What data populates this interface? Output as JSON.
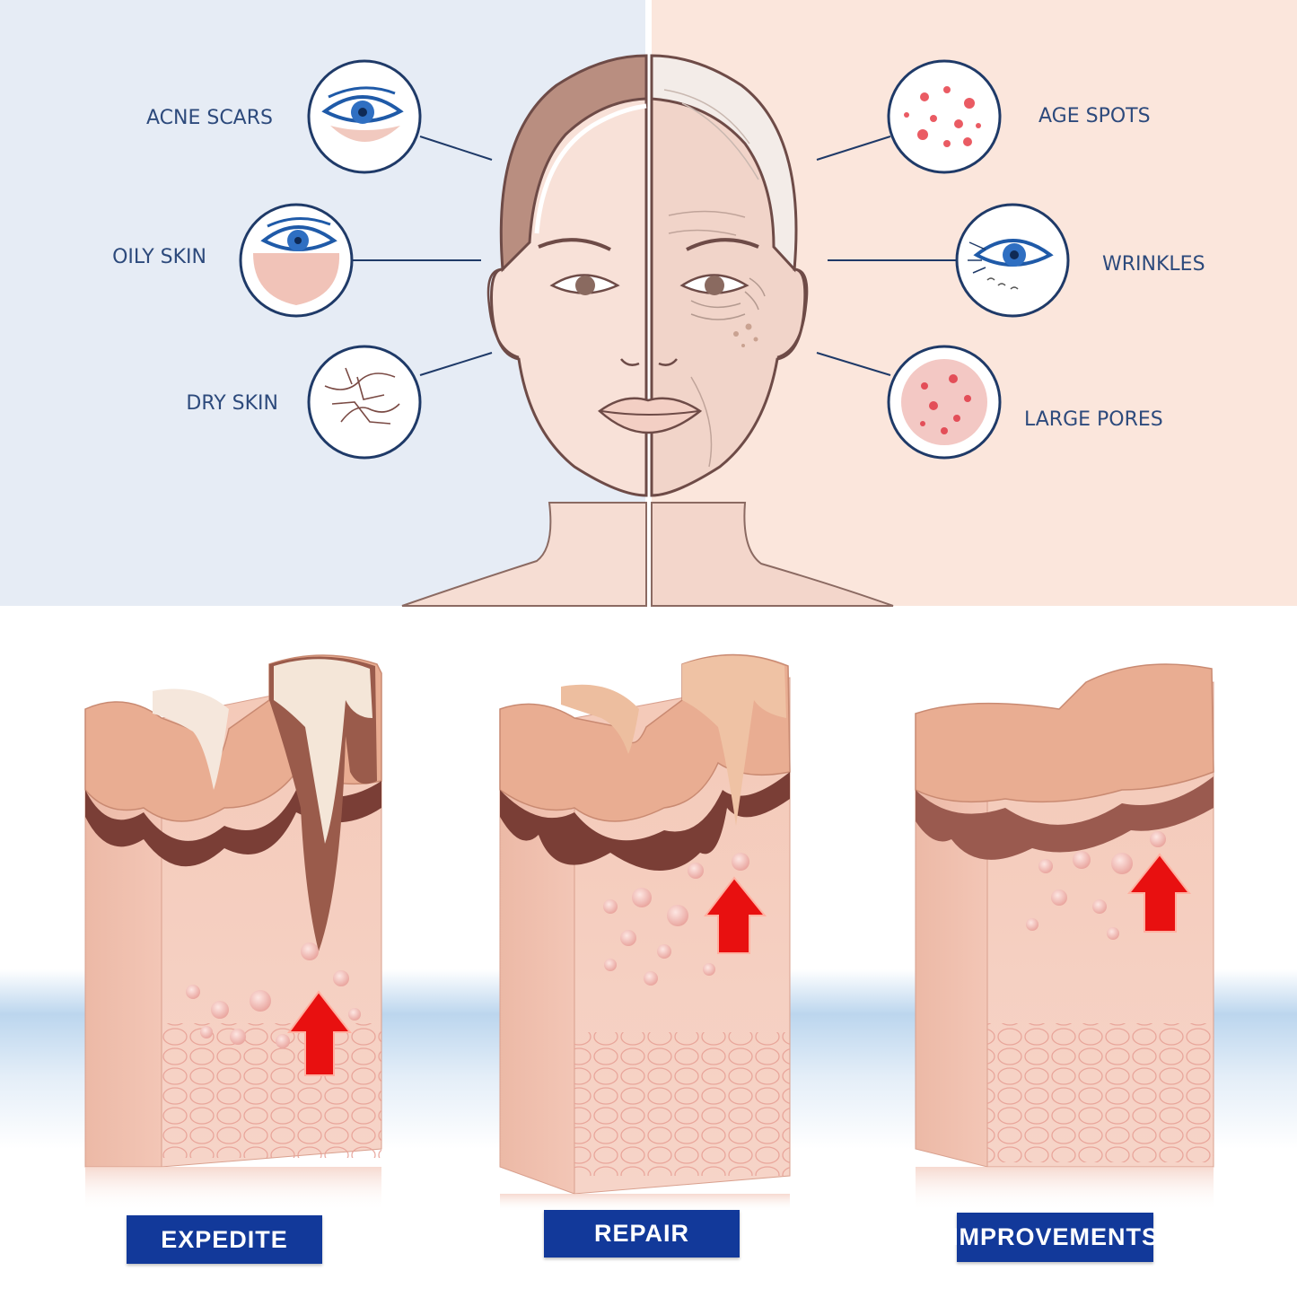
{
  "face_diagram": {
    "left_labels": [
      {
        "text": "ACNE SCARS",
        "icon": "eye-dark-circle-icon"
      },
      {
        "text": "OILY SKIN",
        "icon": "eye-oily-patch-icon"
      },
      {
        "text": "DRY SKIN",
        "icon": "dry-crack-icon"
      }
    ],
    "right_labels": [
      {
        "text": "AGE SPOTS",
        "icon": "age-spots-icon"
      },
      {
        "text": "WRINKLES",
        "icon": "eye-wrinkles-icon"
      },
      {
        "text": "LARGE PORES",
        "icon": "large-pores-icon"
      }
    ],
    "colors": {
      "left_bg": "#e6ecf5",
      "right_bg": "#fbe6dc",
      "text": "#2d4a7c",
      "line": "#1f3a68"
    }
  },
  "skin_stages": [
    {
      "label": "EXPEDITE"
    },
    {
      "label": "REPAIR"
    },
    {
      "label": "IMPROVEMENTS"
    }
  ],
  "colors": {
    "badge": "#12399a",
    "arrow": "#e81010"
  }
}
